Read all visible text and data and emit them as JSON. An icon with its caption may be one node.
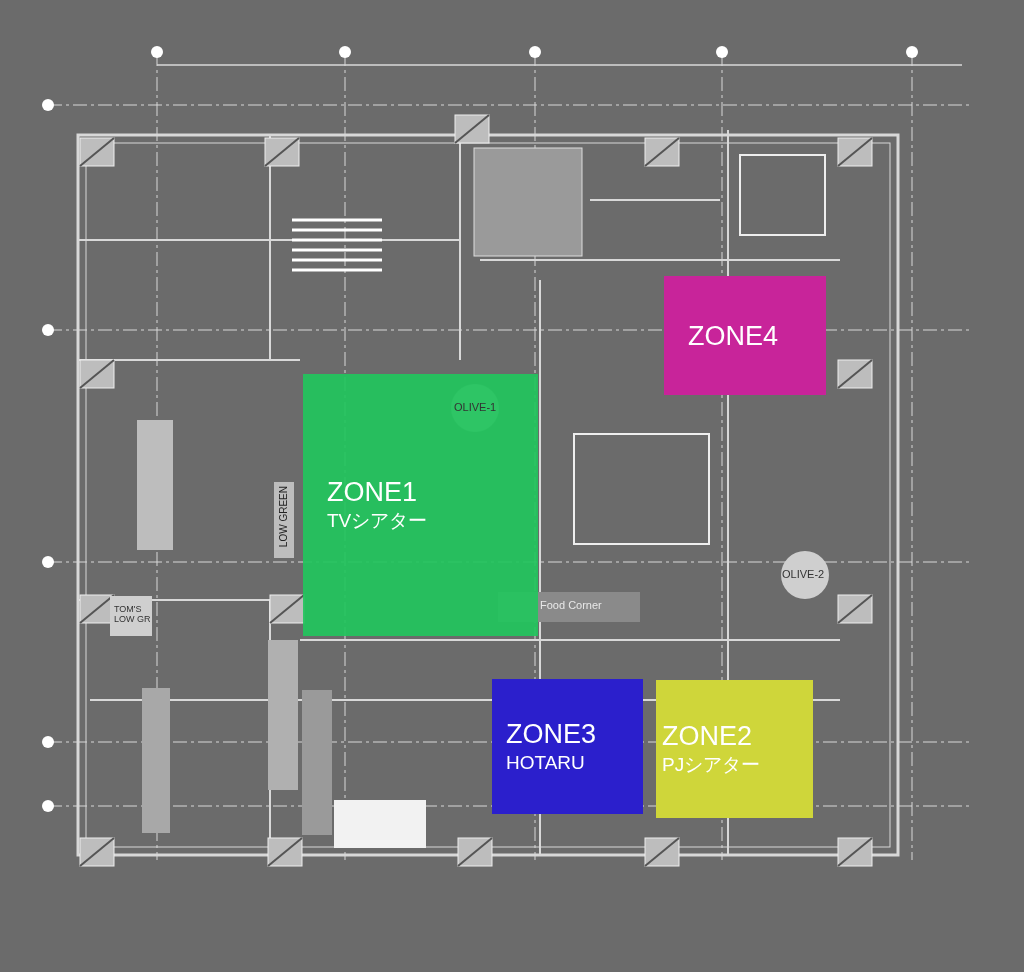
{
  "diagram": {
    "nodes": [
      {
        "text": [
          "ZONE1",
          "TVシアター"
        ]
      },
      {
        "text": [
          "ZONE4"
        ]
      },
      {
        "text": [
          "ZONE3",
          "HOTARU"
        ]
      },
      {
        "text": [
          "ZONE2",
          "PJシアター"
        ]
      }
    ],
    "edges": [],
    "labels": [
      "OLIVE-1",
      "LOW GREEN",
      "Food Corner",
      "OLIVE-2",
      "TOM'S LOW GR"
    ]
  }
}
